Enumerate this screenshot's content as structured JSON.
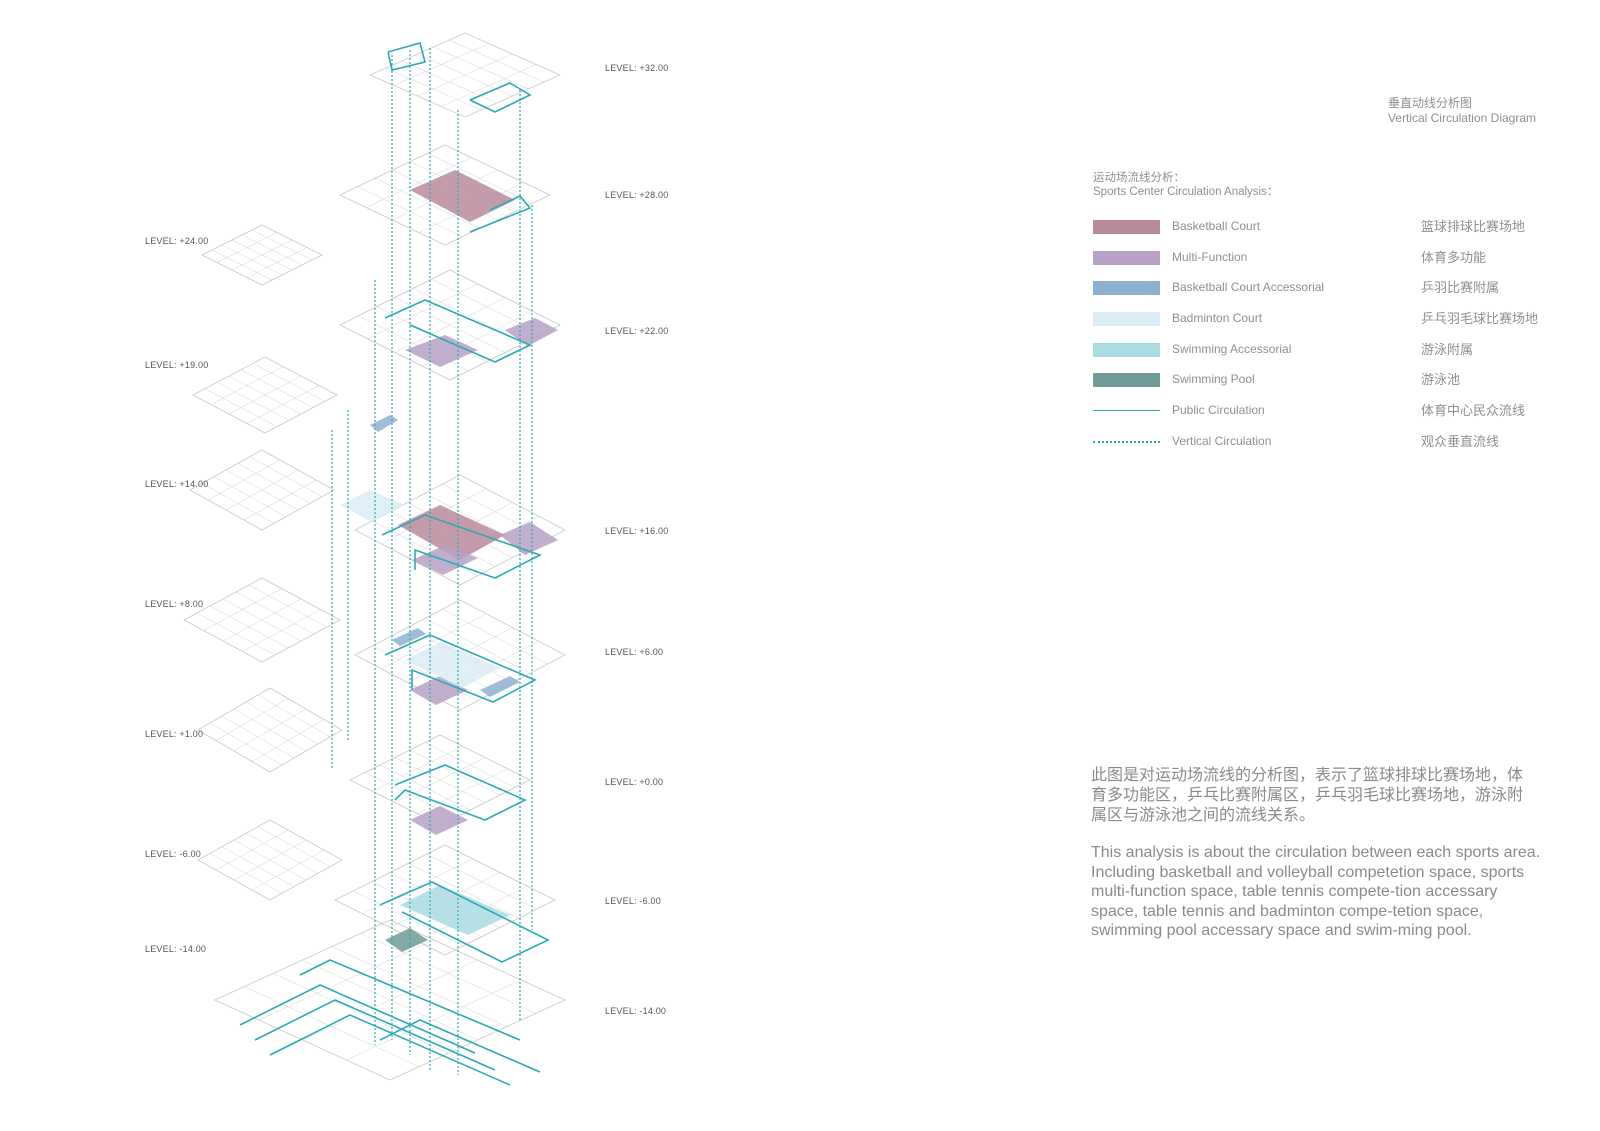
{
  "title": {
    "zh": "垂直动线分析图",
    "en": "Vertical Circulation Diagram"
  },
  "legend": {
    "heading_zh": "运动场流线分析：",
    "heading_en": "Sports  Center Circulation Analysis：",
    "items": [
      {
        "type": "swatch",
        "color": "#b88a9c",
        "en": "Basketball Court",
        "zh": "篮球排球比赛场地"
      },
      {
        "type": "swatch",
        "color": "#b7a1c6",
        "en": "Multi-Function",
        "zh": "体育多功能"
      },
      {
        "type": "swatch",
        "color": "#8eb1cf",
        "en": "Basketball Court Accessorial",
        "zh": "乒羽比赛附属"
      },
      {
        "type": "swatch",
        "color": "#d9ecf3",
        "en": "Badminton Court",
        "zh": "乒乓羽毛球比赛场地"
      },
      {
        "type": "swatch",
        "color": "#a9dbe0",
        "en": "Swimming  Accessorial",
        "zh": "游泳附属"
      },
      {
        "type": "swatch",
        "color": "#6f9b98",
        "en": "Swimming Pool",
        "zh": "游泳池"
      },
      {
        "type": "solid-line",
        "color": "#2aaab5",
        "en": "Public Circulation",
        "zh": "体育中心民众流线"
      },
      {
        "type": "dotted-line",
        "color": "#2aaab5",
        "en": "Vertical Circulation",
        "zh": "观众垂直流线"
      }
    ]
  },
  "levels_left": [
    "LEVEL: +24.00",
    "LEVEL:  +19.00",
    "LEVEL: +14.00",
    "LEVEL: +8.00",
    "LEVEL: +1.00",
    "LEVEL: -6.00",
    "LEVEL: -14.00"
  ],
  "levels_right": [
    "LEVEL: +32.00",
    "LEVEL: +28.00",
    "LEVEL: +22.00",
    "LEVEL: +16.00",
    "LEVEL: +6.00",
    "LEVEL: +0.00",
    "LEVEL: -6.00",
    "LEVEL: -14.00"
  ],
  "description": {
    "zh": "此图是对运动场流线的分析图，表示了篮球排球比赛场地，体育多功能区，乒乓比赛附属区，乒乓羽毛球比赛场地，游泳附属区与游泳池之间的流线关系。",
    "en": "This analysis is about the circulation between each sports area. Including basketball and volleyball competetion space, sports multi-function space, table tennis compete-tion accessary space, table tennis and badminton compe-tetion space, swimming pool accessary space  and swim-ming pool."
  },
  "colors": {
    "accent": "#2aaab5",
    "plan_line": "#c8c8c8"
  }
}
